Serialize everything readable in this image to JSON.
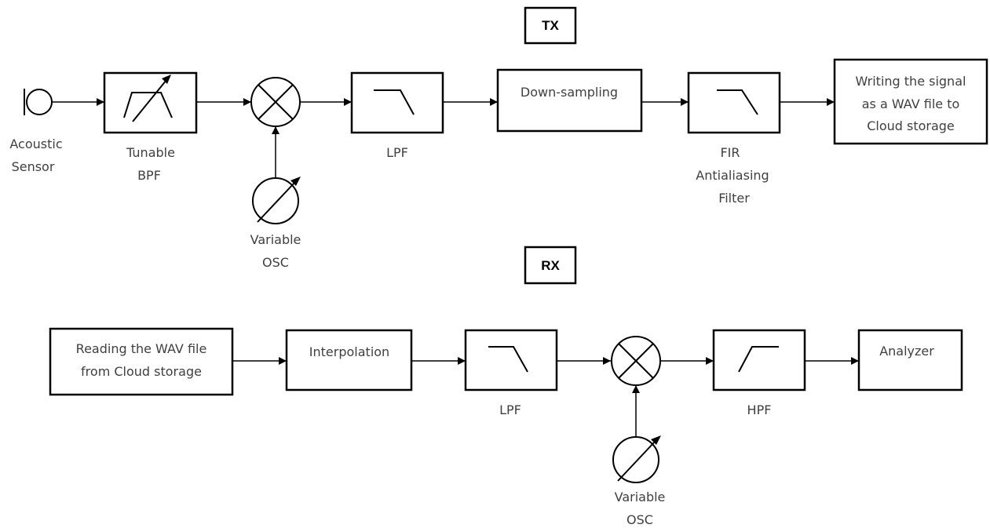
{
  "colors": {
    "line": "#000000",
    "text": "#404040",
    "background": "#ffffff"
  },
  "tx": {
    "title": "TX",
    "sensor_label": [
      "Acoustic",
      "Sensor"
    ],
    "bpf_label": [
      "Tunable",
      "BPF"
    ],
    "osc_label": [
      "Variable",
      "OSC"
    ],
    "lpf_label": "LPF",
    "downsampling_label": "Down-sampling",
    "fir_label": [
      "FIR",
      "Antialiasing",
      "Filter"
    ],
    "writer_label": [
      "Writing the signal",
      "as a WAV file to",
      "Cloud storage"
    ]
  },
  "rx": {
    "title": "RX",
    "reader_label": [
      "Reading the WAV file",
      "from Cloud storage"
    ],
    "interpolation_label": "Interpolation",
    "lpf_label": "LPF",
    "osc_label": [
      "Variable",
      "OSC"
    ],
    "hpf_label": "HPF",
    "analyzer_label": "Analyzer"
  }
}
